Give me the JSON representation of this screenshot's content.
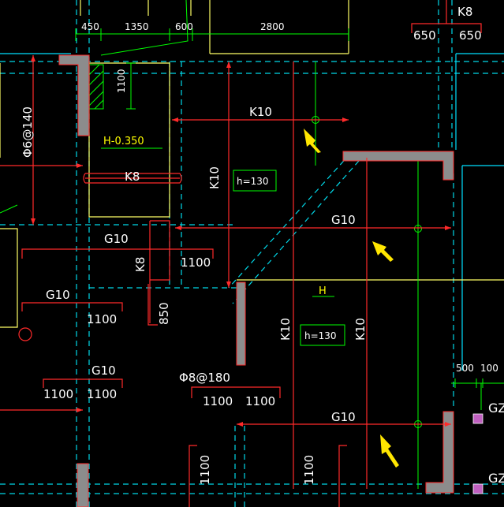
{
  "colors": {
    "background": "#000000",
    "rebar": "#ff2a2a",
    "wall": "#8c8c8c",
    "axis_dash": "#00d8e8",
    "outline": "#ffff66",
    "dimension": "#00ff00",
    "cyan_frame": "#00e0ff",
    "arrow": "#ffe600"
  },
  "dimensions_top": {
    "d450": "450",
    "d1350": "1350",
    "d600": "600",
    "d2800": "2800"
  },
  "dimension_left": "1100",
  "dimensions_right": {
    "d500": "500",
    "d100": "100"
  },
  "labels": {
    "k8_top": "K8",
    "d650_a": "650",
    "d650_b": "650",
    "phi6_140": "Φ6@140",
    "k10_top": "K10",
    "h_elev": "H-0.350",
    "k8_mid": "K8",
    "k10_vert_a": "K10",
    "h130_a": "h=130",
    "g10_right": "G10",
    "g10_left_a": "G10",
    "k8_vert": "K8",
    "d1100_a": "1100",
    "h_mark": "H",
    "g10_left_b": "G10",
    "d1100_b": "1100",
    "d850": "850",
    "k10_vert_b": "K10",
    "h130_b": "h=130",
    "k10_vert_c": "K10",
    "g10_left_c": "G10",
    "d1100_c": "1100",
    "d1100_d": "1100",
    "phi8_180": "Φ8@180",
    "d1100_e": "1100",
    "d1100_f": "1100",
    "g10_bottom": "G10",
    "d1100_g": "1100",
    "d1100_h": "1100",
    "gz_a": "GZ",
    "gz_b": "GZ"
  }
}
